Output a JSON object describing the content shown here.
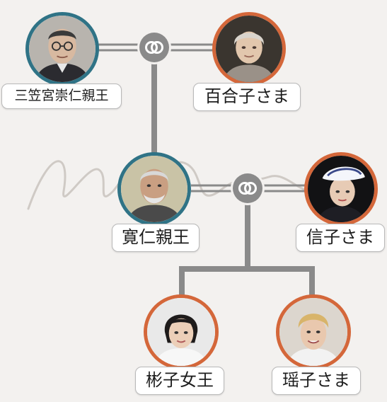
{
  "colors": {
    "male_border": "#2f7386",
    "female_border": "#d4673a",
    "line": "#8a8a8a",
    "label_border": "#b9b9b9",
    "background": "#f3f1ef"
  },
  "people": {
    "mikasanomiya": {
      "name": "三笠宮崇仁親王"
    },
    "yuriko": {
      "name": "百合子さま"
    },
    "tomohito": {
      "name": "寛仁親王"
    },
    "nobuko": {
      "name": "信子さま"
    },
    "akiko": {
      "name": "彬子女王"
    },
    "yoko": {
      "name": "瑶子さま"
    }
  },
  "icons": {
    "marriage_1": "marriage-rings-icon",
    "marriage_2": "marriage-rings-icon"
  }
}
